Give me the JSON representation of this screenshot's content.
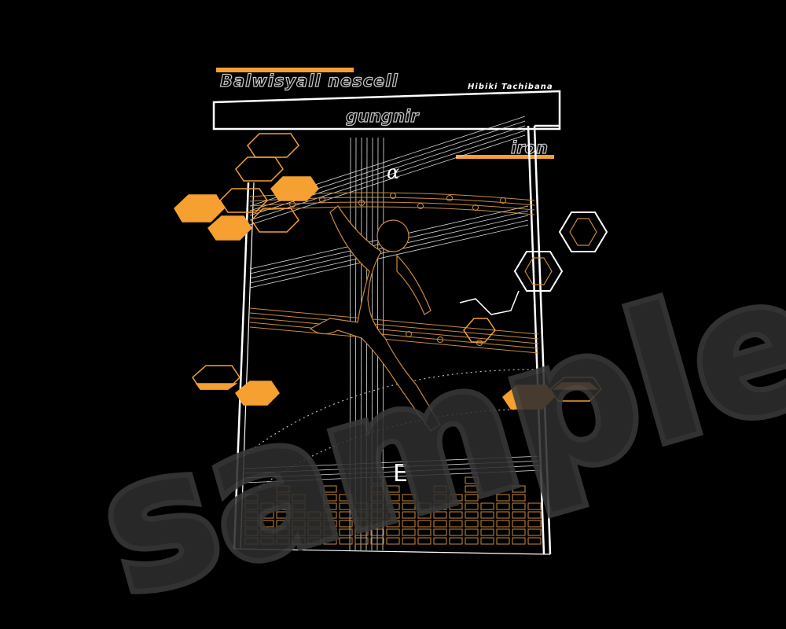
{
  "artwork": {
    "title": "Balwisyall nescell",
    "subtitle_word": "gungnir",
    "tag_word": "iron",
    "author": "Hibiki Tachibana",
    "symbol_alpha": "α",
    "symbol_e": "E",
    "watermark": "sample"
  },
  "colors": {
    "background": "#000000",
    "accent": "#f5a030",
    "line": "#ffffff",
    "thin_line": "#c98a3a",
    "watermark": "#2e2e2e"
  }
}
